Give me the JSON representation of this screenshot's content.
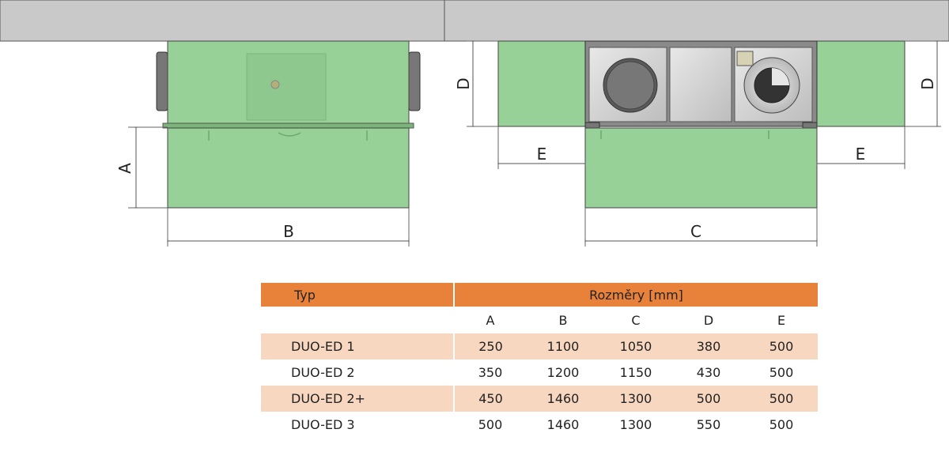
{
  "dimensions": {
    "A": "A",
    "B": "B",
    "C": "C",
    "D": "D",
    "E": "E"
  },
  "colors": {
    "ceiling": "#c9c9c9",
    "unit_green": "#98d197",
    "header_orange": "#e8813a",
    "row_shade": "#f8d7c0"
  },
  "table": {
    "header_type": "Typ",
    "header_dims": "Rozměry [mm]",
    "columns": [
      "A",
      "B",
      "C",
      "D",
      "E"
    ],
    "rows": [
      {
        "name": "DUO-ED 1",
        "values": [
          "250",
          "1100",
          "1050",
          "380",
          "500"
        ],
        "shaded": true
      },
      {
        "name": "DUO-ED 2",
        "values": [
          "350",
          "1200",
          "1150",
          "430",
          "500"
        ],
        "shaded": false
      },
      {
        "name": "DUO-ED 2+",
        "values": [
          "450",
          "1460",
          "1300",
          "500",
          "500"
        ],
        "shaded": true
      },
      {
        "name": "DUO-ED 3",
        "values": [
          "500",
          "1460",
          "1300",
          "550",
          "500"
        ],
        "shaded": false
      }
    ]
  }
}
